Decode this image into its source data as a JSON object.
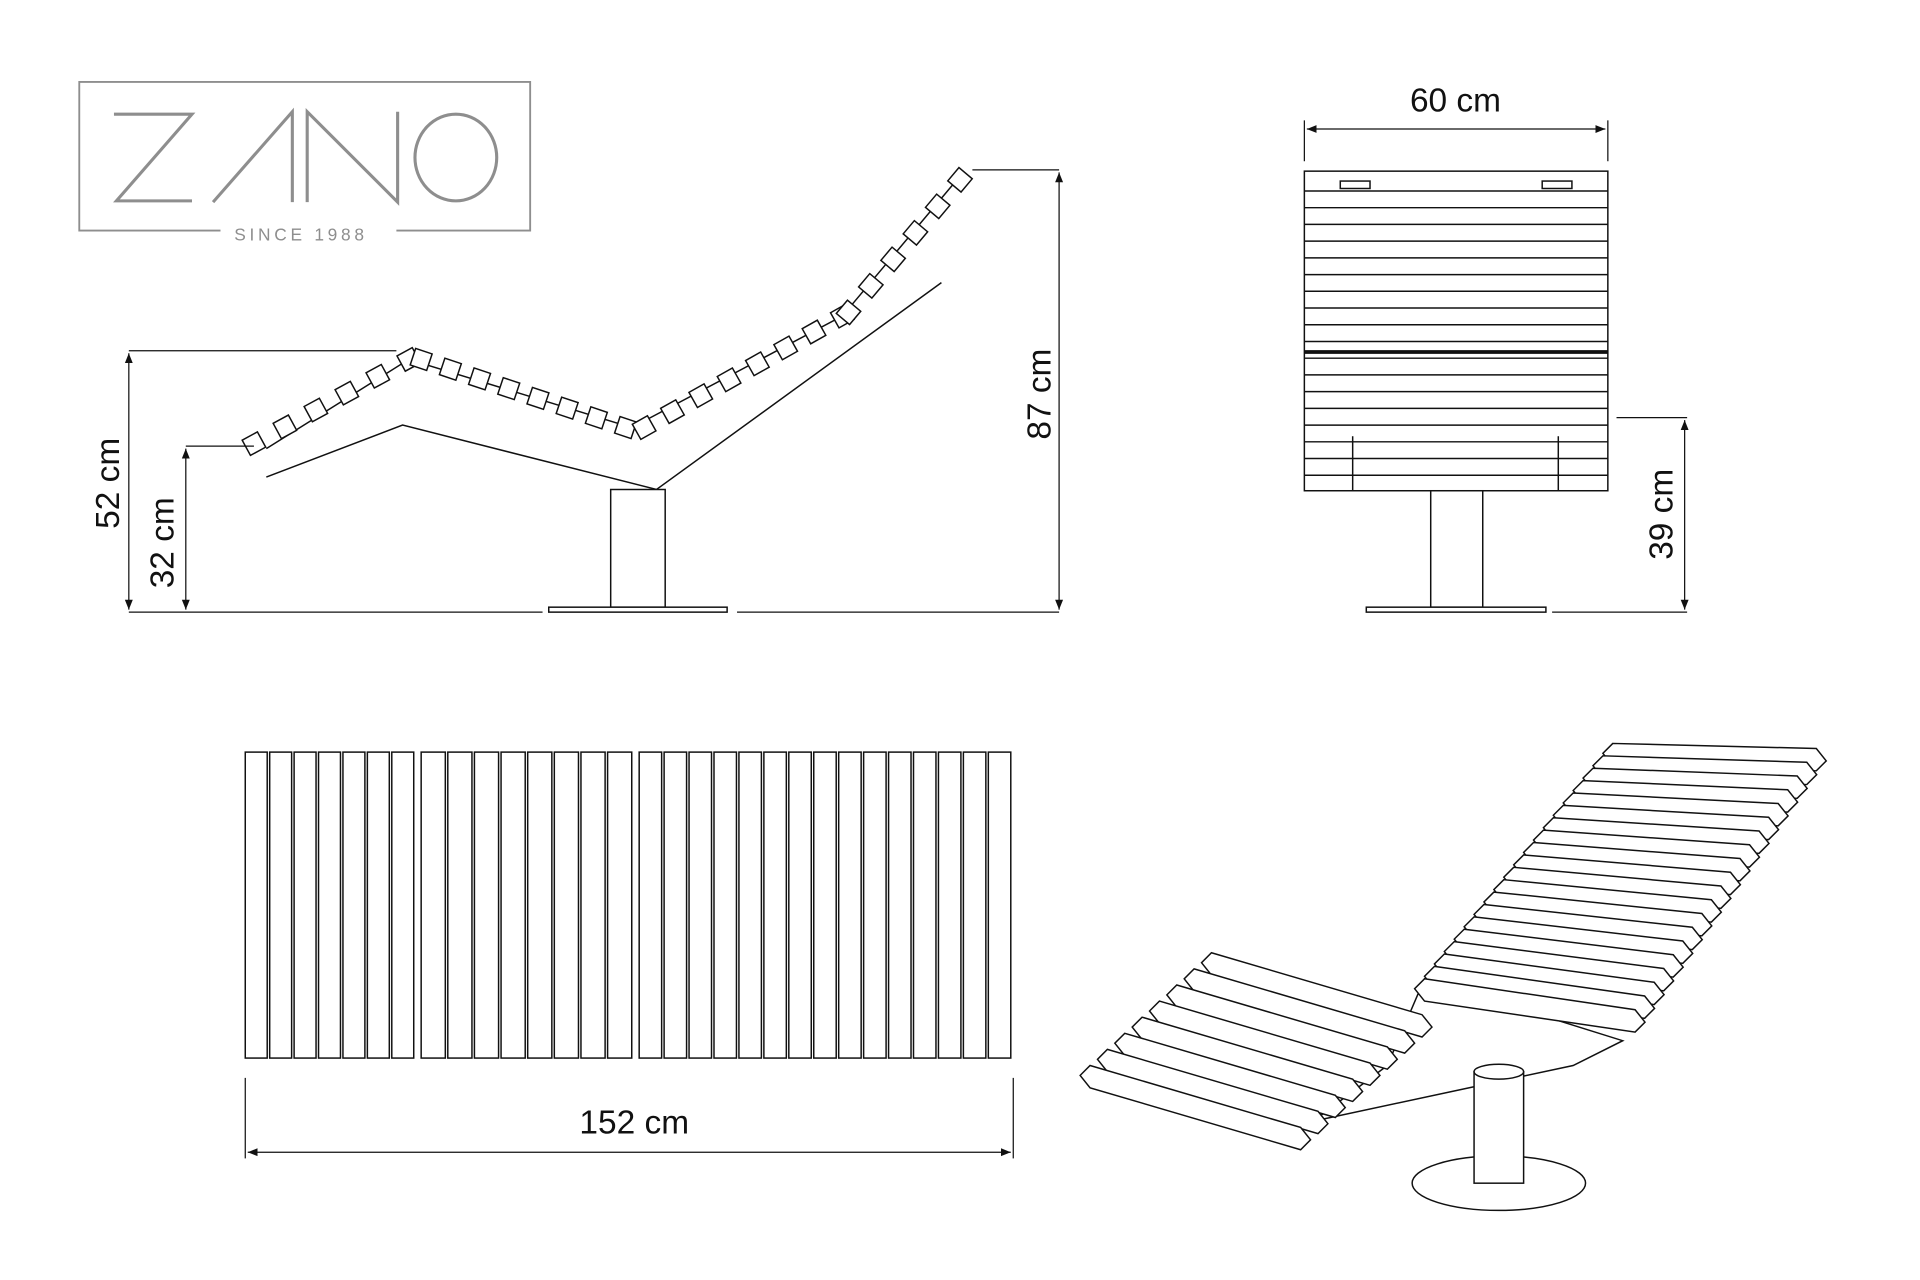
{
  "logo": {
    "brand": "ZANO",
    "tagline": "SINCE 1988",
    "color": "#8e8e8e"
  },
  "dimensions": {
    "side_height_back": "87 cm",
    "side_height_head": "52 cm",
    "side_height_foot": "32 cm",
    "front_width": "60 cm",
    "front_height": "39 cm",
    "top_length": "152 cm"
  }
}
